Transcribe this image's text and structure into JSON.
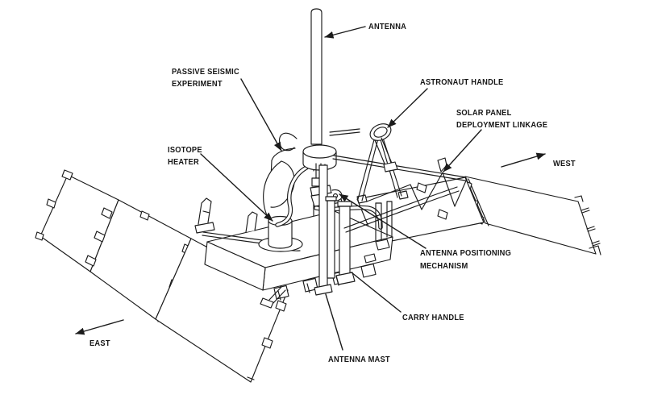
{
  "figure": {
    "kind": "technical-line-diagram",
    "background_color": "#ffffff",
    "line_color": "#1b1b1b"
  },
  "labels": {
    "antenna": {
      "text": "ANTENNA"
    },
    "passive_seismic": {
      "line1": "PASSIVE SEISMIC",
      "line2": "EXPERIMENT"
    },
    "isotope_heater": {
      "line1": "ISOTOPE",
      "line2": "HEATER"
    },
    "astronaut_handle": {
      "text": "ASTRONAUT HANDLE"
    },
    "solar_panel_linkage": {
      "line1": "SOLAR PANEL",
      "line2": "DEPLOYMENT LINKAGE"
    },
    "antenna_positioning": {
      "line1": "ANTENNA POSITIONING",
      "line2": "MECHANISM"
    },
    "carry_handle": {
      "text": "CARRY HANDLE"
    },
    "antenna_mast": {
      "text": "ANTENNA MAST"
    },
    "west": {
      "text": "WEST"
    },
    "east": {
      "text": "EAST"
    }
  }
}
